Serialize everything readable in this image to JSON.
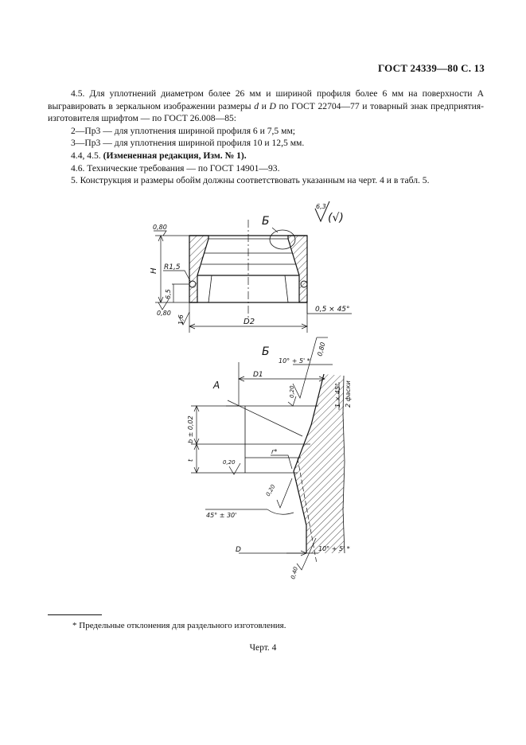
{
  "header": {
    "title": "ГОСТ 24339—80 С. 13"
  },
  "paragraphs": {
    "p1_a": "4.5. Для уплотнений диаметром более 26 мм и шириной профиля более 6 мм на поверхности А выгравировать в зеркальном изображении размеры",
    "p1_d": "d",
    "p1_and": " и ",
    "p1_D": "D",
    "p1_b": " по ГОСТ 22704—77 и товарный знак предприятия-изготовителя шрифтом — по ГОСТ 26.008—85:",
    "p2": "2—Пр3 — для уплотнения шириной профиля 6 и 7,5 мм;",
    "p3": "3—Пр3 —  для уплотнения шириной профиля 10 и 12,5 мм.",
    "p4_a": "4.4, 4.5. ",
    "p4_b": "(Измененная редакция, Изм. № 1).",
    "p5": "4.6. Технические требования — по ГОСТ 14901—93.",
    "p6": "5. Конструкция и размеры обойм должны соответствовать указанным на черт. 4 и в табл. 5."
  },
  "drawing_labels": {
    "view_b_top": "Б",
    "roughness_main": "6,3",
    "roughness_paren": "(√)",
    "r_top_roughness": "0,80",
    "dim_H": "H",
    "dim_R": "R1,5",
    "dim_65": "6,5",
    "r_bottom_roughness": "0,80",
    "dim_16": "1,6",
    "dim_D2": "D2",
    "chamfer_bottom": "0,5 × 45°",
    "view_b_detail": "Б",
    "angle_top": "10° + 5' *",
    "r_detail_top": "0,80",
    "dim_D1": "D1",
    "r_detail_020a": "0,20",
    "chamfer_detail": "1 × 45°",
    "chamfer_detail_2": "2 фаски",
    "label_A": "А",
    "dim_b": "b ± 0,02",
    "dim_t": "t",
    "r_detail_020b": "0,20",
    "dim_r": "r*",
    "r_detail_020c": "0,20",
    "angle_45": "45° ± 30'",
    "dim_D": "D",
    "angle_bottom": "10° + 5' *",
    "r_detail_bottom": "0,40"
  },
  "footnote": "* Предельные отклонения для раздельного изготовления.",
  "caption": "Черт. 4"
}
